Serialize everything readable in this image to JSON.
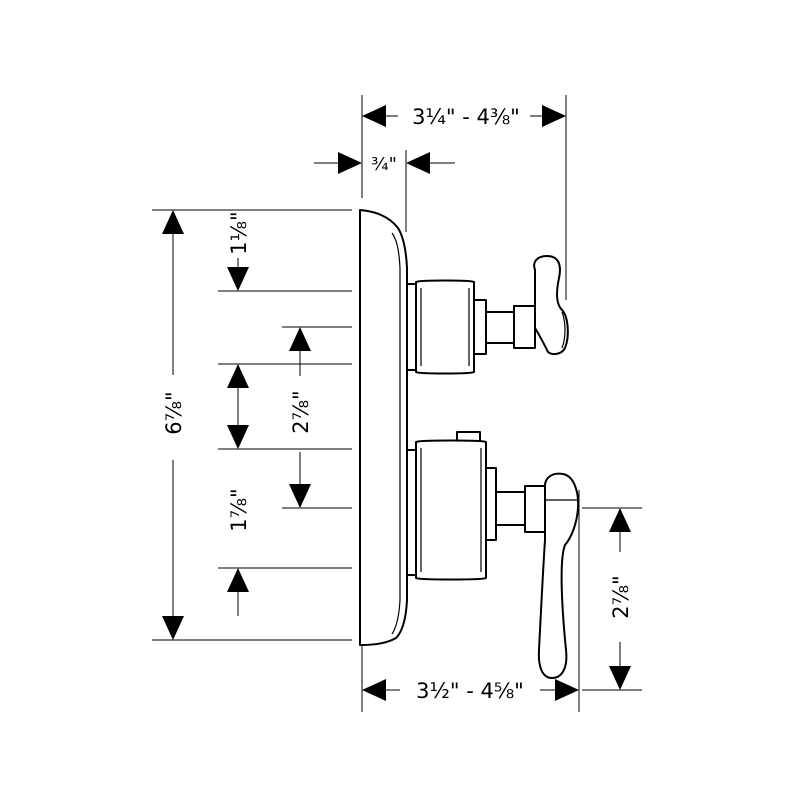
{
  "dimensions": {
    "top_depth": "3¼\" - 4⅜\"",
    "plate_thickness": "¾\"",
    "total_height": "6⅞\"",
    "top_offset": "1⅛\"",
    "center_spacing": "2⅞\"",
    "bottom_offset": "1⅞\"",
    "lever_height": "2⅞\"",
    "bottom_depth": "3½\" - 4⅝\""
  }
}
